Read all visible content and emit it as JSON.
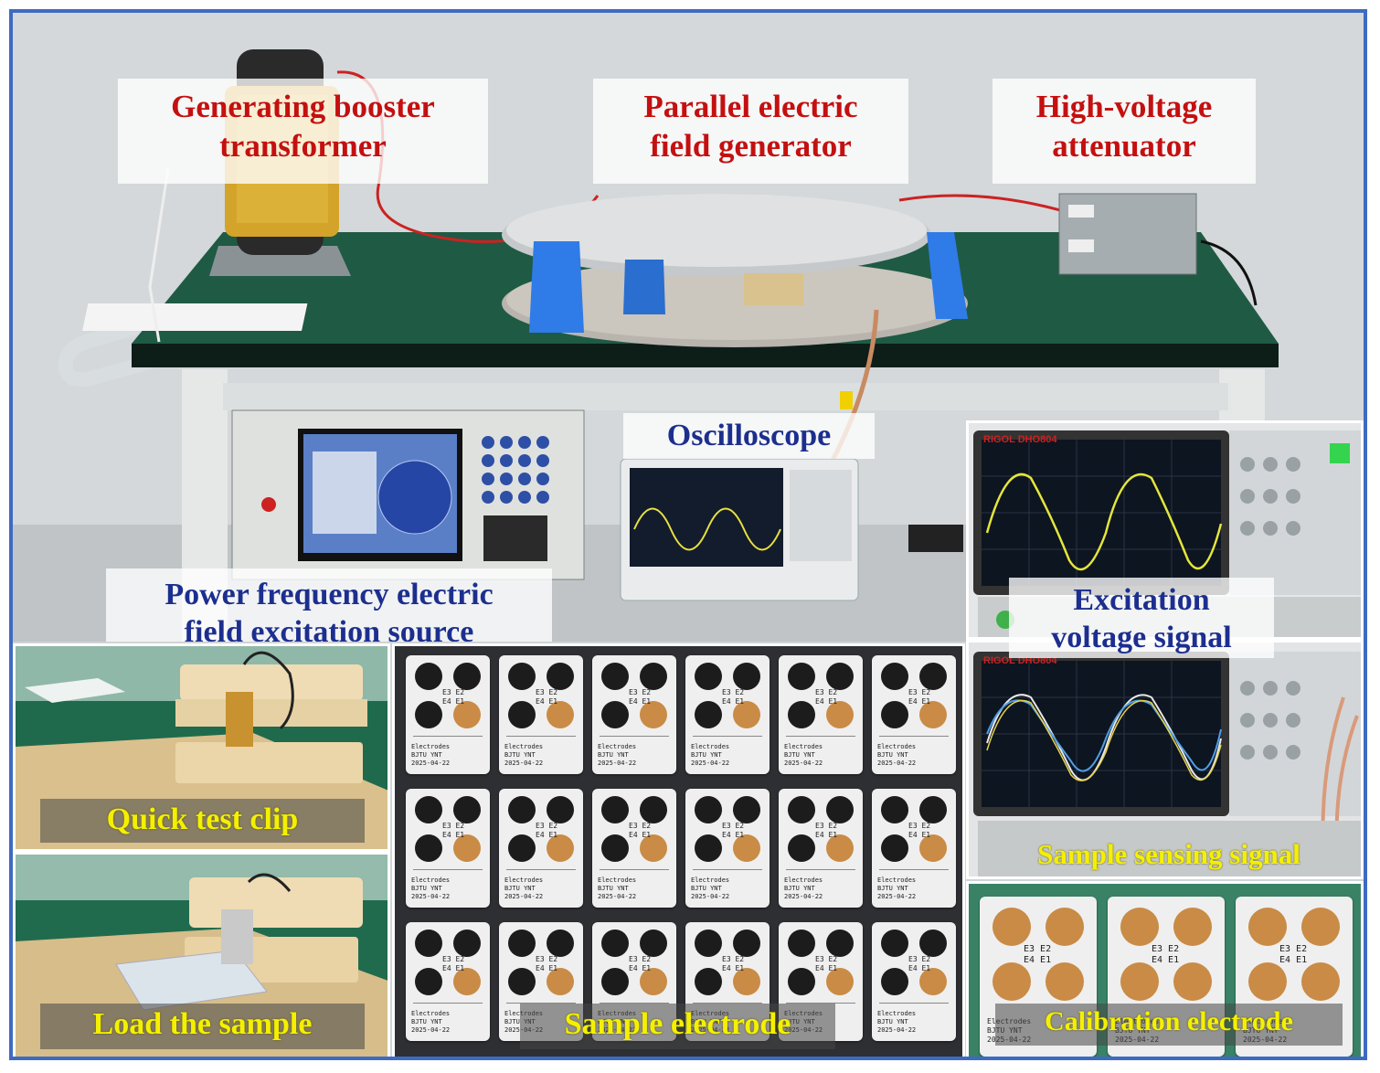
{
  "labels": {
    "transformer": "Generating booster\ntransformer",
    "field_generator": "Parallel electric\nfield generator",
    "attenuator": "High-voltage\nattenuator",
    "oscilloscope": "Oscilloscope",
    "excitation_source": "Power frequency electric\nfield excitation source",
    "excitation_signal": "Excitation\nvoltage signal",
    "quick_clip": "Quick test clip",
    "load_sample": "Load the sample",
    "sample_electrode": "Sample electrode",
    "sensing_signal": "Sample sensing signal",
    "calibration_electrode": "Calibration electrode"
  },
  "oscilloscope_brand": "RIGOL DHO804",
  "electrode_card": {
    "pins": "E3 E2\nE4 E1",
    "maker": "Electrodes\nBJTU YNT\n2025-04-22"
  },
  "colors": {
    "frame": "#3d6bc2",
    "label_red": "#c41010",
    "label_blue": "#1c2f8f",
    "label_yellow": "#f5f000",
    "bench_green": "#1f5a44",
    "support_blue": "#2f7be8"
  }
}
